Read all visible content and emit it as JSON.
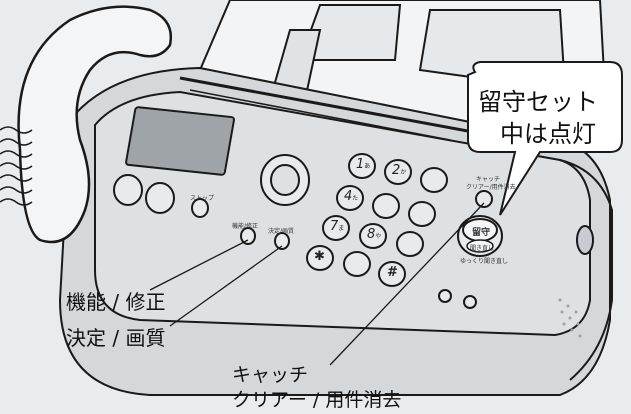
{
  "callouts": {
    "kino_shusei": "機能 / 修正",
    "kettei_gashitsu": "決定 / 画質",
    "catch_line1": "キャッチ",
    "catch_line2": "クリアー / 用件消去"
  },
  "bubble": {
    "line1": "留守セット",
    "line2": "中は点灯"
  },
  "device_labels": {
    "stop": "ストップ",
    "kino_small": "機能/修正",
    "kettei_small": "決定/画質",
    "catch_small_1": "キャッチ",
    "catch_small_2": "クリアー/用件消去",
    "rusu_button": "留守",
    "kikinaoshi": "聞き直し",
    "yukkuri": "ゆっくり聞き直し"
  },
  "keypad": {
    "k1": "1",
    "k1_kana": "あ",
    "k2": "2",
    "k2_kana": "か",
    "k4": "4",
    "k4_kana": "た",
    "k7": "7",
    "k7_kana": "ま",
    "k8": "8",
    "k8_kana": "や",
    "star": "✱",
    "hash": "#"
  },
  "colors": {
    "background": "#e9ecee",
    "body": "#d4d8db",
    "outline": "#1a1a1a"
  }
}
